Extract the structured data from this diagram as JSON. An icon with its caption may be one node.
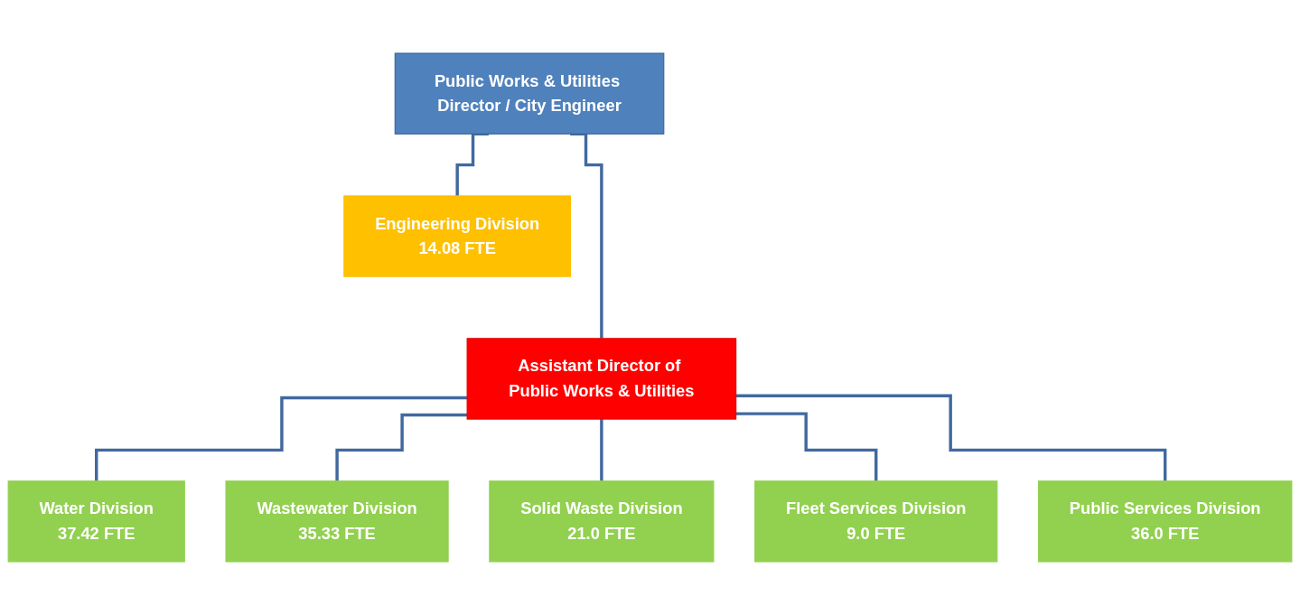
{
  "diagram": {
    "nodes": [
      {
        "text": [
          "Public Works & Utilities Director / City Engineer"
        ]
      },
      {
        "text": [
          "Engineering Division",
          "14.08 FTE"
        ]
      },
      {
        "text": [
          "Assistant Director of Public Works & Utilities"
        ]
      },
      {
        "text": [
          "Water Division",
          "37.42 FTE"
        ]
      },
      {
        "text": [
          "Wastewater Division",
          "35.33 FTE"
        ]
      },
      {
        "text": [
          "Solid Waste Division",
          "21.0 FTE"
        ]
      },
      {
        "text": [
          "Fleet Services Division",
          "9.0 FTE"
        ]
      },
      {
        "text": [
          "Public Services Division",
          "36.0 FTE"
        ]
      }
    ],
    "edges": [
      {
        "from": 0,
        "to": 1,
        "arrow": "none"
      },
      {
        "from": 0,
        "to": 2,
        "arrow": "none"
      },
      {
        "from": 2,
        "to": 3,
        "arrow": "none"
      },
      {
        "from": 2,
        "to": 4,
        "arrow": "none"
      },
      {
        "from": 2,
        "to": 5,
        "arrow": "none"
      },
      {
        "from": 2,
        "to": 6,
        "arrow": "none"
      },
      {
        "from": 2,
        "to": 7,
        "arrow": "none"
      }
    ]
  }
}
